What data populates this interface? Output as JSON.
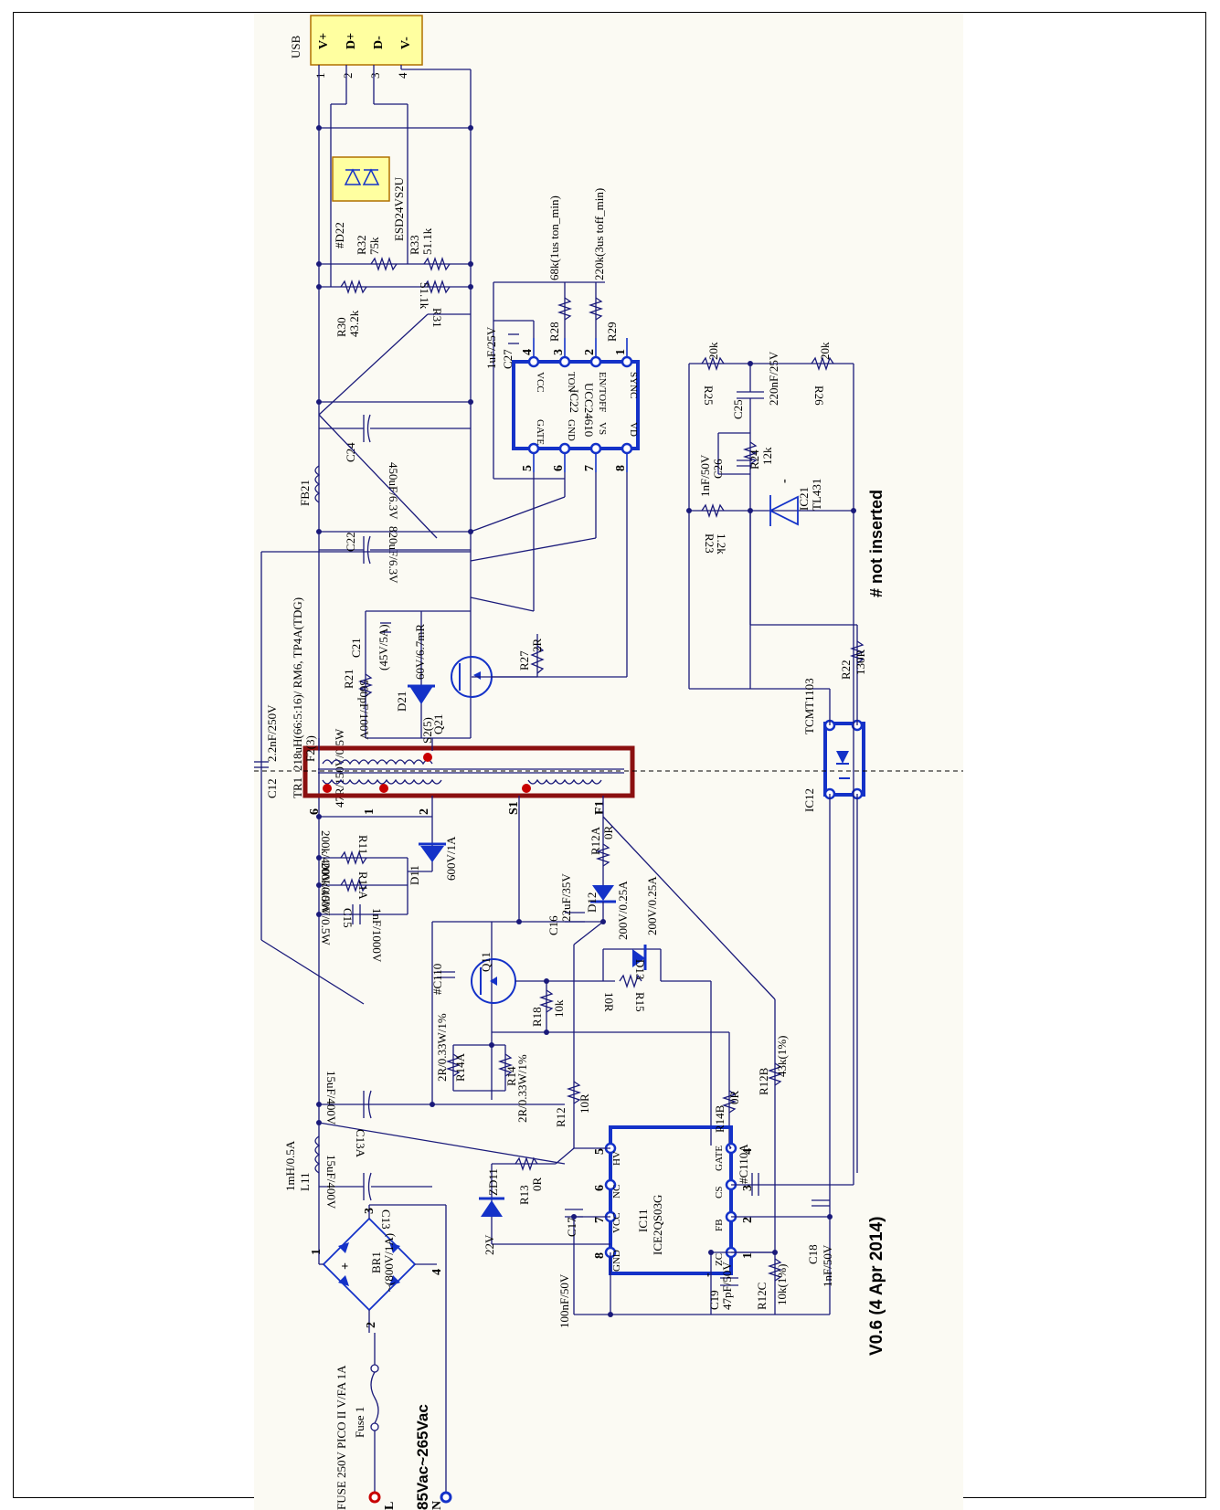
{
  "version": "V0.6 (4 Apr 2014)",
  "note": "# not inserted",
  "input_range": "85Vac~265Vac",
  "input_pins": [
    "L",
    "N"
  ],
  "fuse": {
    "ref": "Fuse 1",
    "value": "FUSE 250V PICO II V/FA 1A"
  },
  "usb": {
    "ref": "USB",
    "pins": [
      "V+",
      "D+",
      "D-",
      "V-"
    ],
    "numbers": [
      "1",
      "2",
      "3",
      "4"
    ]
  },
  "ic_main": {
    "ref": "IC11",
    "part": "ICE2QS03G",
    "pins": [
      "HV",
      "NC",
      "VCC",
      "GND",
      "GATE",
      "CS",
      "FB",
      "ZC"
    ],
    "numbers": [
      "5",
      "6",
      "7",
      "8",
      "4",
      "3",
      "2",
      "1"
    ]
  },
  "ic_sr": {
    "ref": "IC22",
    "part": "UCC24610",
    "pins": [
      "VCC",
      "TON",
      "EN/TOFF",
      "SYNC",
      "GATE",
      "GND",
      "VS",
      "VD"
    ],
    "numbers": [
      "4",
      "3",
      "2",
      "1",
      "5",
      "6",
      "7",
      "8"
    ]
  },
  "ic_ref": {
    "ref": "IC21",
    "part": "TL431"
  },
  "opto": {
    "ref": "IC12",
    "part": "TCMT1103"
  },
  "transformer": {
    "ref": "TR1",
    "desc": "218uH(66:5:16)/ RM6, TP4A(TDG)",
    "pins": [
      "F2(3)",
      "S2(5)",
      "6",
      "1",
      "2",
      "S1",
      "F1"
    ]
  },
  "bridge": {
    "ref": "BR1",
    "value": "~(800V/1A)"
  },
  "components": {
    "r28": "R28",
    "r28v": "68k(1us ton_min)",
    "r29": "R29",
    "r29v": "220k(3us toff_min)",
    "r30": "R30",
    "r30v": "43.2k",
    "r31": "R31",
    "r31v": "51.1k",
    "r32": "R32",
    "r32v": "75k",
    "r33": "R33",
    "r33v": "51.1k",
    "d22": "#D22",
    "d22v": "ESD24VS2U",
    "c27": "C27",
    "c27v": "1uF/25V",
    "c24": "C24",
    "c24v": "450uF/6.3V",
    "fb21": "FB21",
    "c22": "C22",
    "c22v": "820uF/6.3V",
    "c21": "C21",
    "c21v": "560pF/100V",
    "r21": "R21",
    "r21v": "47R/150V/0.5W",
    "d21": "D21",
    "d21v": "(45V/5A)",
    "q21": "Q21",
    "q21v": "60V/6.7mR",
    "r27": "R27",
    "r27v": "2R",
    "r25": "R25",
    "r25v": "20k",
    "r26": "R26",
    "r26v": "20k",
    "c25": "C25",
    "c25v": "220nF/25V",
    "c26": "C26",
    "c26v": "1nF/50V",
    "r24": "R24",
    "r24v": "12k",
    "r23": "R23",
    "r23v": "1.2k",
    "r22": "R22",
    "r22v": "130R",
    "c12": "C12",
    "c12v": "2.2nF/250V",
    "r11": "R11",
    "r11v": "200k/400V/0.5W",
    "r11a": "R11A",
    "r11av": "200k/400V/0.5W",
    "d11": "D11",
    "d11v": "600V/1A",
    "c15": "C15",
    "c15v": "1nF/1000V",
    "r12a": "R12A",
    "r12av": "0R",
    "c16": "C16",
    "c16v": "22uF/35V",
    "d12": "D12",
    "d12v": "200V/0.25A",
    "d13": "D13",
    "d13v": "200V/0.25A",
    "r15": "R15",
    "r15v": "10R",
    "q11": "Q11",
    "c110": "#C110",
    "r18": "R18",
    "r18v": "10k",
    "r14": "R14",
    "r14v": "2R/0.33W/1%",
    "r14a": "R14A",
    "r14av": "2R/0.33W/1%",
    "r12": "R12",
    "r12v": "10R",
    "r14b": "R14B",
    "r14bv": "0R",
    "r12b": "R12B",
    "r12bv": "43k(1%)",
    "c13a": "C13A",
    "c13av": "15uF/400V",
    "l11": "L11",
    "l11v": "1mH/0.5A",
    "c13": "C13",
    "c13v": "15uF/400V",
    "zd11": "ZD11",
    "zd11v": "22V",
    "r13": "R13",
    "r13v": "0R",
    "c17": "C17",
    "c17v": "100nF/50V",
    "c110a": "#C110A",
    "c19": "C19",
    "c19v": "47pF/50V",
    "r12c": "R12C",
    "r12cv": "10k(1%)",
    "c18": "C18",
    "c18v": "1nF/50V"
  },
  "polarity_marks": [
    "+",
    "-"
  ]
}
